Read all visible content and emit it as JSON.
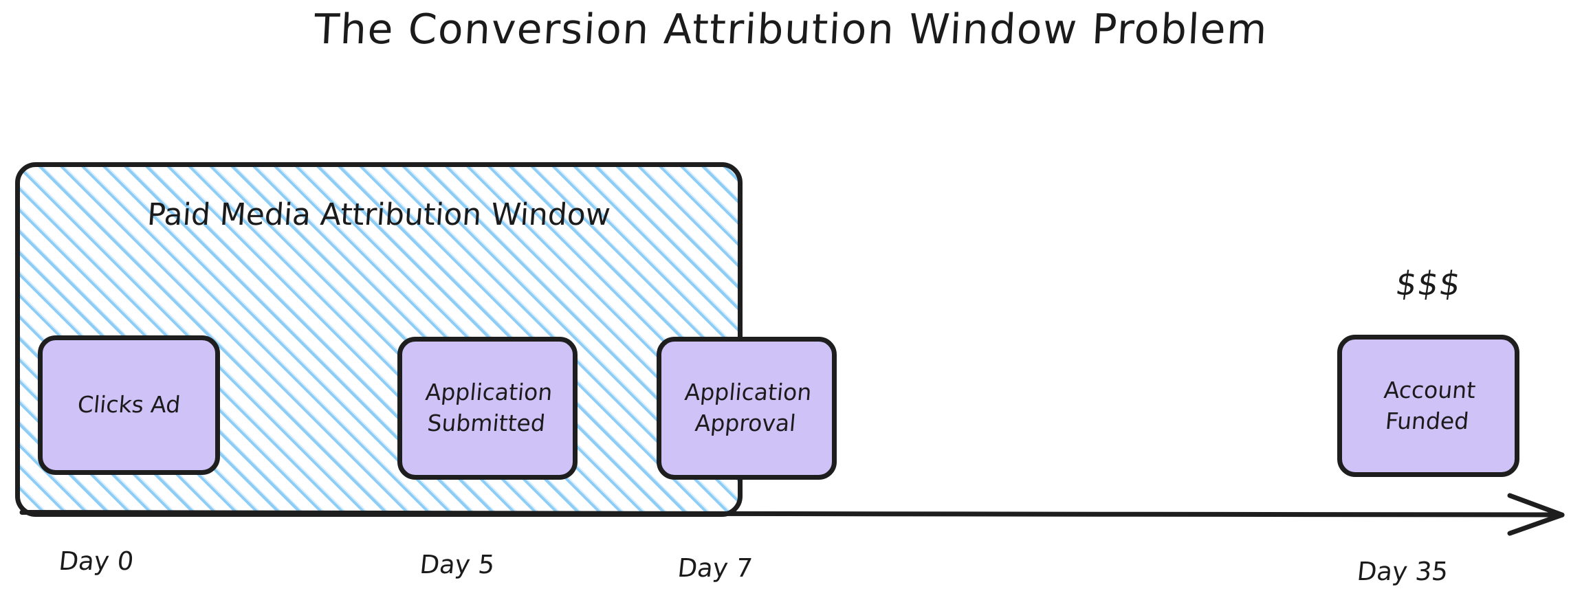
{
  "title": "The Conversion Attribution Window Problem",
  "attribution_window": {
    "label": "Paid Media Attribution Window",
    "hatch_color": "#8ecdf5",
    "border_color": "#1e1e1e",
    "spans_days": "Day 0 to Day 7"
  },
  "nodes": [
    {
      "id": "clicks-ad",
      "label": "Clicks Ad",
      "day": "Day 0",
      "inside_window": true,
      "fill": "#cfc2f7"
    },
    {
      "id": "app-submitted",
      "label": "Application\nSubmitted",
      "day": "Day 5",
      "inside_window": true,
      "fill": "#cfc2f7"
    },
    {
      "id": "app-approval",
      "label": "Application\nApproval",
      "day": "Day 7",
      "inside_window": true,
      "fill": "#cfc2f7"
    },
    {
      "id": "account-funded",
      "label": "Account\nFunded",
      "day": "Day 35",
      "inside_window": false,
      "fill": "#cfc2f7"
    }
  ],
  "annotations": {
    "money": "$$$"
  },
  "timeline": {
    "axis_color": "#1e1e1e",
    "arrow_direction": "right",
    "day_labels": [
      "Day 0",
      "Day 5",
      "Day 7",
      "Day 35"
    ]
  }
}
